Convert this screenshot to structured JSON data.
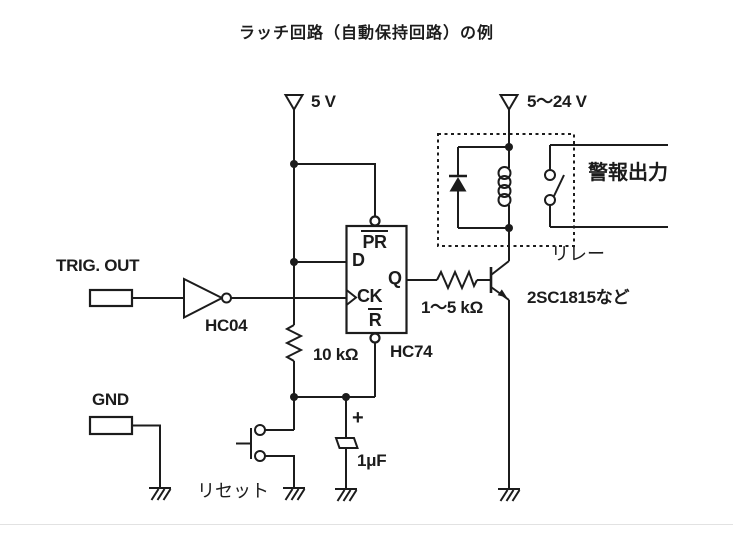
{
  "title": "ラッチ回路（自動保持回路）の例",
  "power": {
    "logic_supply": "5 V",
    "relay_supply": "5～24 V"
  },
  "labels": {
    "trig_out_terminal": "TRIG. OUT",
    "gnd_terminal": "GND",
    "inverter_part": "HC04",
    "flipflop_part": "HC74",
    "pullup_resistor_value": "10 kΩ",
    "base_resistor_value": "1～5 kΩ",
    "capacitor_value": "1μF",
    "capacitor_polarity": "+",
    "reset_button": "リセット",
    "relay": "リレー",
    "transistor_part": "2SC1815など",
    "alarm_output": "警報出力"
  },
  "flipflop_pins": {
    "preset": "PR",
    "data": "D",
    "clock": "CK",
    "reset": "R",
    "output": "Q"
  },
  "colors": {
    "line": "#1c1c1c",
    "background": "#ffffff"
  }
}
